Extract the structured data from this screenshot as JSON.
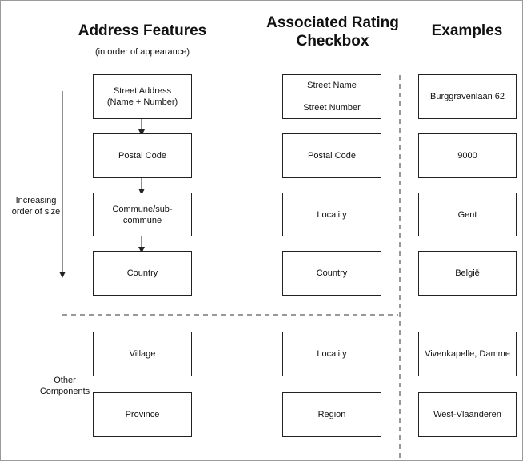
{
  "headings": {
    "features": "Address Features",
    "features_note": "(in order of appearance)",
    "rating_line1": "Associated Rating",
    "rating_line2": "Checkbox",
    "examples": "Examples"
  },
  "side_labels": {
    "size_line1": "Increasing",
    "size_line2": "order of size",
    "other_line1": "Other",
    "other_line2": "Components"
  },
  "features": {
    "street_line1": "Street Address",
    "street_line2": "(Name + Number)",
    "postal": "Postal Code",
    "commune_line1": "Commune/sub-",
    "commune_line2": "commune",
    "country": "Country",
    "village": "Village",
    "province": "Province"
  },
  "rating": {
    "street_name": "Street Name",
    "street_number": "Street Number",
    "postal": "Postal Code",
    "locality": "Locality",
    "country": "Country",
    "locality_other": "Locality",
    "region": "Region"
  },
  "examples": {
    "street": "Burggravenlaan 62",
    "postal": "9000",
    "commune": "Gent",
    "country": "België",
    "village": "Vivenkapelle, Damme",
    "province": "West-Vlaanderen"
  }
}
